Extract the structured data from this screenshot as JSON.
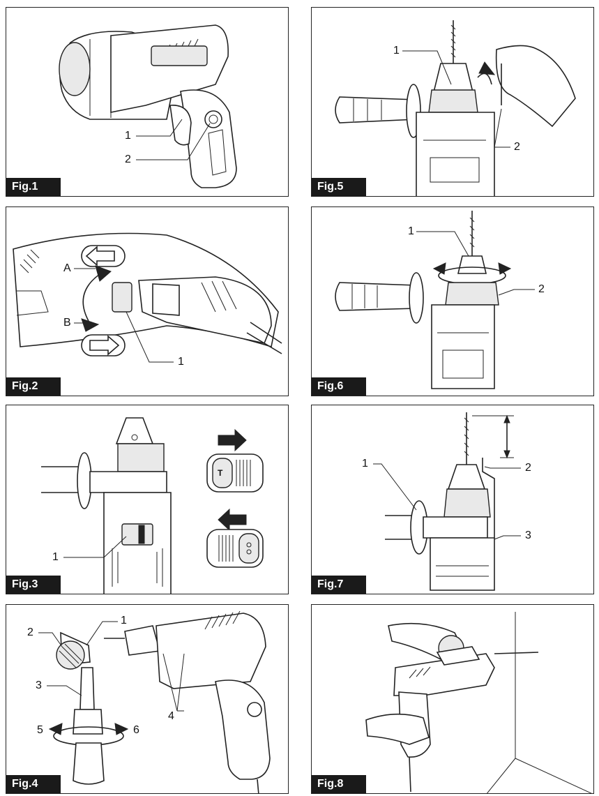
{
  "figures": [
    {
      "label": "Fig.1",
      "callouts": [
        "1",
        "2"
      ]
    },
    {
      "label": "Fig.2",
      "callouts": [
        "A",
        "B",
        "1"
      ]
    },
    {
      "label": "Fig.3",
      "callouts": [
        "1"
      ],
      "switch_mark": "T"
    },
    {
      "label": "Fig.4",
      "callouts": [
        "1",
        "2",
        "3",
        "4",
        "5",
        "6"
      ]
    },
    {
      "label": "Fig.5",
      "callouts": [
        "1",
        "2"
      ]
    },
    {
      "label": "Fig.6",
      "callouts": [
        "1",
        "2"
      ]
    },
    {
      "label": "Fig.7",
      "callouts": [
        "1",
        "2",
        "3"
      ]
    },
    {
      "label": "Fig.8",
      "callouts": []
    }
  ]
}
